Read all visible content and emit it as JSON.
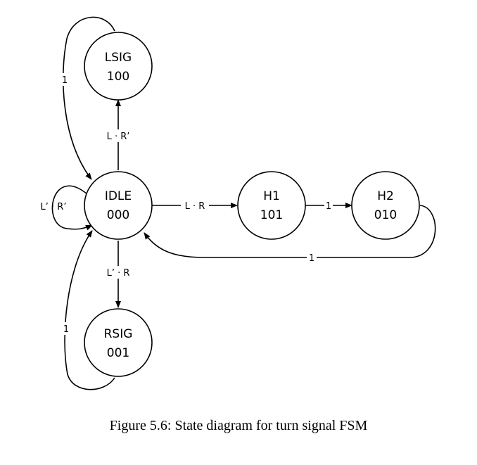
{
  "states": {
    "lsig": {
      "name": "LSIG",
      "code": "100"
    },
    "idle": {
      "name": "IDLE",
      "code": "000"
    },
    "rsig": {
      "name": "RSIG",
      "code": "001"
    },
    "h1": {
      "name": "H1",
      "code": "101"
    },
    "h2": {
      "name": "H2",
      "code": "010"
    }
  },
  "transitions": {
    "lsig_to_idle": "1",
    "idle_to_lsig": "L · R’",
    "idle_self": "L’ · R’",
    "idle_to_h1": "L · R",
    "h1_to_h2": "1",
    "h2_to_idle": "1",
    "idle_to_rsig": "L’ · R",
    "rsig_to_idle": "1"
  },
  "caption": "Figure 5.6: State diagram for turn signal FSM"
}
